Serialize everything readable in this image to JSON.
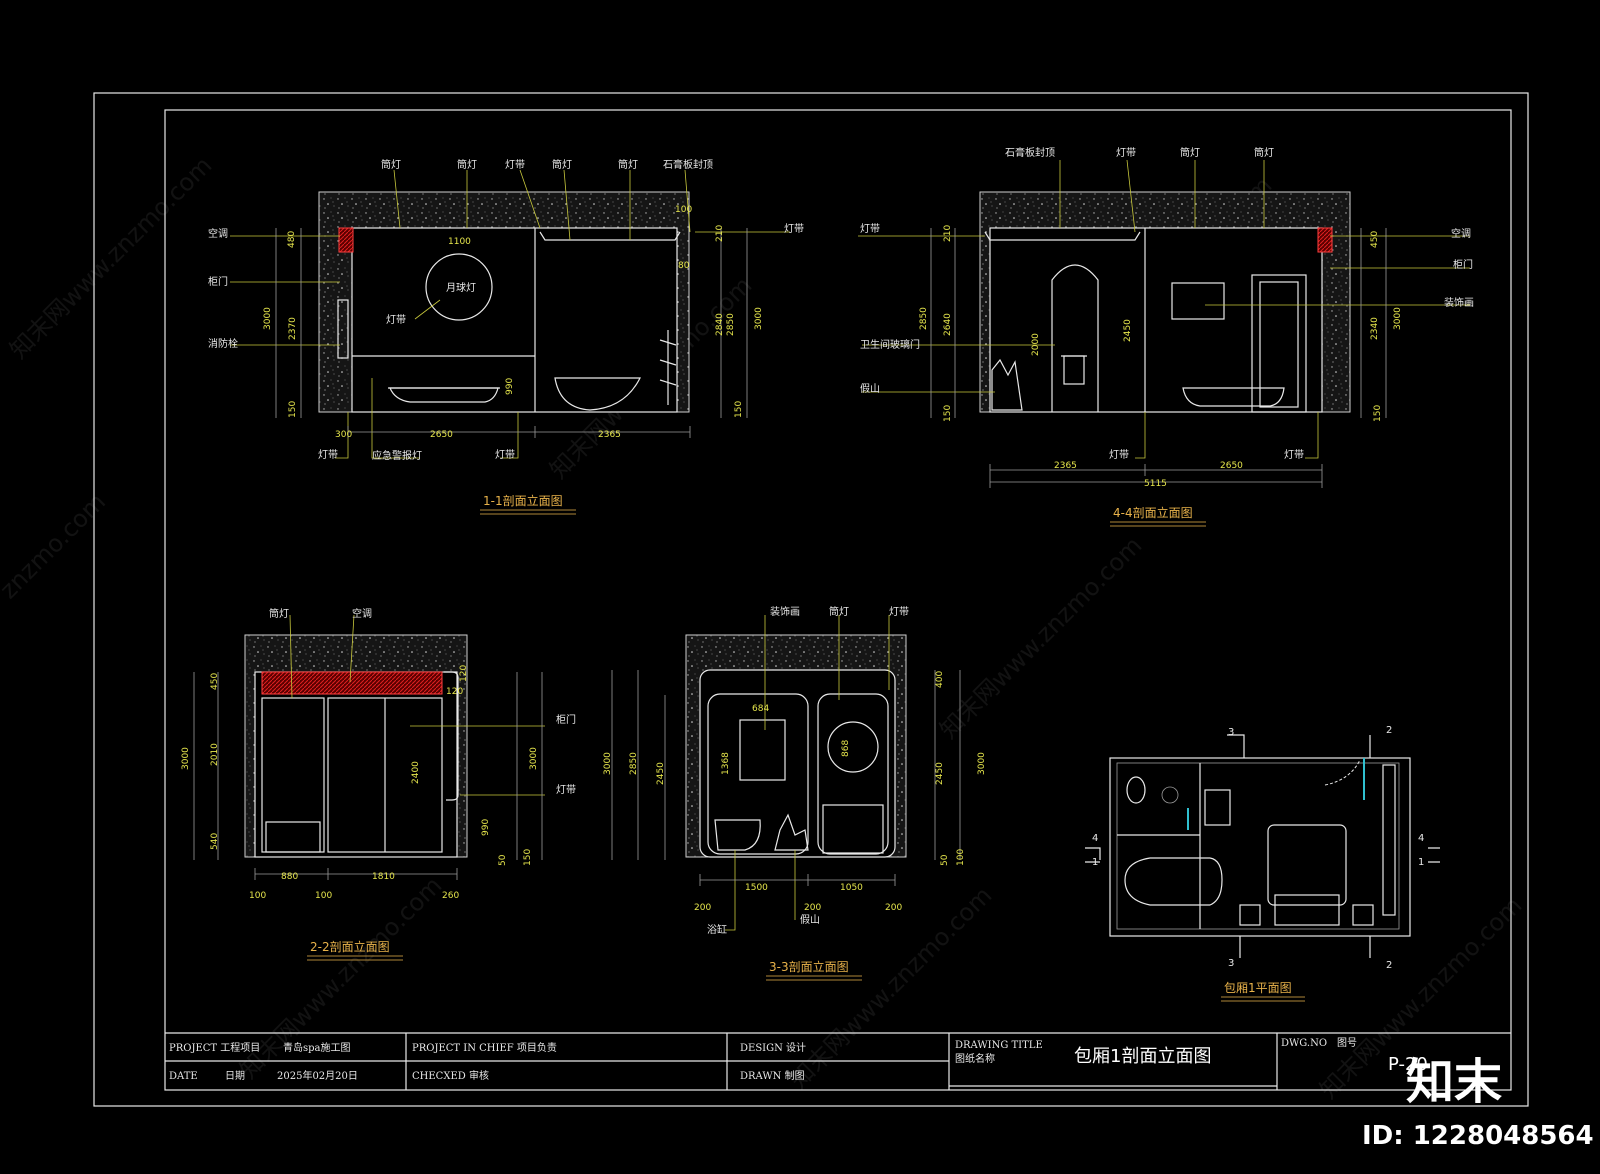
{
  "watermark": {
    "site": "znzmo.com",
    "cn": "知末网www.znzmo.com"
  },
  "brand": {
    "logo": "知末",
    "id_text": "ID: 1228048564"
  },
  "views": {
    "v11": {
      "title": "1-1剖面立面图",
      "labels": [
        "筒灯",
        "筒灯",
        "灯带",
        "筒灯",
        "筒灯",
        "石膏板封顶",
        "空调",
        "柜门",
        "消防栓",
        "灯带",
        "月球灯",
        "灯带",
        "灯带",
        "应急警报灯",
        "灯带"
      ],
      "dims": [
        "1100",
        "480",
        "3000",
        "2370",
        "150",
        "990",
        "300",
        "2650",
        "2365",
        "100",
        "210",
        "80",
        "2840",
        "2850",
        "3000",
        "150"
      ]
    },
    "v44": {
      "title": "4-4剖面立面图",
      "labels": [
        "石膏板封顶",
        "灯带",
        "筒灯",
        "筒灯",
        "灯带",
        "空调",
        "柜门",
        "装饰画",
        "卫生间玻璃门",
        "假山",
        "灯带",
        "灯带"
      ],
      "dims": [
        "210",
        "2850",
        "2640",
        "150",
        "2000",
        "2450",
        "450",
        "2340",
        "3000",
        "150",
        "2365",
        "2650",
        "5115"
      ]
    },
    "v22": {
      "title": "2-2剖面立面图",
      "labels": [
        "筒灯",
        "空调",
        "柜门",
        "灯带"
      ],
      "dims": [
        "450",
        "3000",
        "2010",
        "540",
        "120",
        "120",
        "2400",
        "3000",
        "990",
        "50",
        "150",
        "880",
        "1810",
        "100",
        "100",
        "260"
      ]
    },
    "v33": {
      "title": "3-3剖面立面图",
      "labels": [
        "装饰画",
        "筒灯",
        "灯带",
        "浴缸",
        "假山"
      ],
      "dims": [
        "684",
        "3000",
        "2850",
        "2450",
        "1368",
        "868",
        "400",
        "2450",
        "3000",
        "50",
        "100",
        "1500",
        "1050",
        "200",
        "200",
        "200"
      ]
    },
    "plan": {
      "title": "包厢1平面图",
      "markers": [
        "3",
        "2",
        "4",
        "1",
        "4",
        "1",
        "3",
        "2"
      ]
    }
  },
  "title_block": {
    "project_label": "PROJECT 工程项目",
    "project_value": "青岛spa施工图",
    "date_label": "DATE",
    "date_cn": "日期",
    "date_value": "2025年02月20日",
    "chief": "PROJECT IN CHIEF  项目负责",
    "checked": "CHECXED  审核",
    "design": "DESIGN  设计",
    "drawn": "DRAWN   制图",
    "drawing_title_en": "DRAWING TITLE",
    "drawing_title_cn": "图纸名称",
    "drawing_title_value": "包厢1剖面立面图",
    "dwg_no_label": "DWG.NO",
    "dwg_no_cn": "图号",
    "dwg_no_value": "P-20"
  }
}
